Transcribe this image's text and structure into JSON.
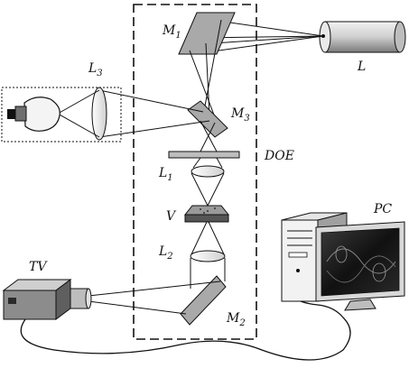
{
  "labels": {
    "m1": {
      "main": "M",
      "sub": "1"
    },
    "l": {
      "main": "L"
    },
    "l3": {
      "main": "L",
      "sub": "3"
    },
    "m3": {
      "main": "M",
      "sub": "3"
    },
    "doe": {
      "main": "DOE"
    },
    "l1": {
      "main": "L",
      "sub": "1"
    },
    "v": {
      "main": "V"
    },
    "l2": {
      "main": "L",
      "sub": "2"
    },
    "tv": {
      "main": "TV"
    },
    "m2": {
      "main": "M",
      "sub": "2"
    },
    "pc": {
      "main": "PC"
    }
  },
  "colors": {
    "line": "#111111",
    "mirror": "#a9a9a9",
    "monitor_screen": "#1b1b1b",
    "doe_plate": "#bdbdbd",
    "sample": "#6e6e6e",
    "camera_body": "#8c8c8c"
  }
}
